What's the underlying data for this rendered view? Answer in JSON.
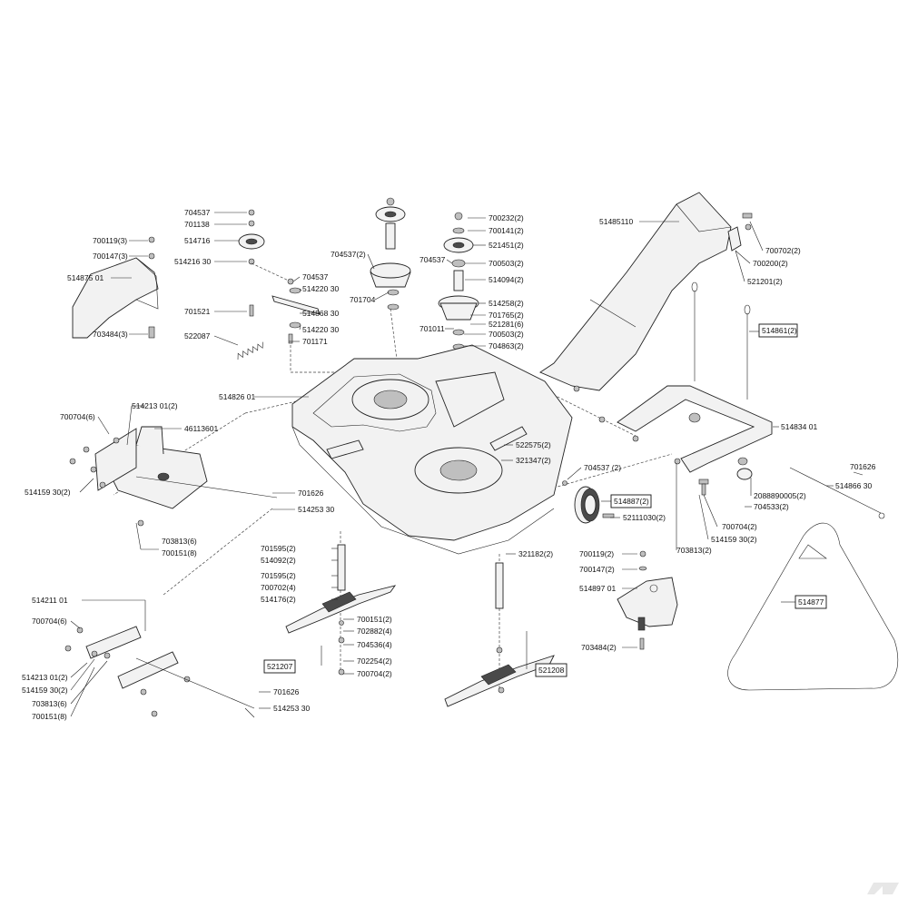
{
  "labels": {
    "l514875": "514875 01",
    "l700119a": "700119(3)",
    "l700147a": "700147(3)",
    "l703484a": "703484(3)",
    "l704537a": "704537",
    "l701138": "701138",
    "l514716": "514716",
    "l514216": "514216 30",
    "l701521": "701521",
    "l522087": "522087",
    "l704537b": "704537",
    "l514220a": "514220 30",
    "l514868": "514868 30",
    "l514220b": "514220 30",
    "l701171": "701171",
    "l704537c": "704537(2)",
    "l701704": "701704",
    "l700232": "700232(2)",
    "l700141": "700141(2)",
    "l521451": "521451(2)",
    "l704537d": "704537",
    "l700503a": "700503(2)",
    "l514094": "514094(2)",
    "l514258": "514258(2)",
    "l701765": "701765(2)",
    "l521281": "521281(6)",
    "l701011": "701011",
    "l700503b": "700503(2)",
    "l704863": "704863(2)",
    "l514851": "51485110",
    "l700702a": "700702(2)",
    "l700200": "700200(2)",
    "l521201": "521201(2)",
    "l514861": "514861(2)",
    "l514826": "514826 01",
    "l700704a": "700704(6)",
    "l514213a": "514213 01(2)",
    "l461136": "46113601",
    "l514159a": "514159 30(2)",
    "l701626a": "701626",
    "l514253a": "514253 30",
    "l703813a": "703813(6)",
    "l700151a": "700151(8)",
    "l522575": "522575(2)",
    "l321347": "321347(2)",
    "l704537e": "704537 (2)",
    "l514887": "514887(2)",
    "l521110": "52111030(2)",
    "l514834": "514834 01",
    "l701626b": "701626",
    "l514866": "514866 30",
    "l208889": "2088890005(2)",
    "l704533": "704533(2)",
    "l700704b": "700704(2)",
    "l514159b": "514159 30(2)",
    "l703813b": "703813(2)",
    "l701595a": "701595(2)",
    "l514092": "514092(2)",
    "l701595b": "701595(2)",
    "l700702b": "700702(4)",
    "l514176": "514176(2)",
    "l321182": "321182(2)",
    "l700119b": "700119(2)",
    "l700147b": "700147(2)",
    "l514897": "514897 01",
    "l703484b": "703484(2)",
    "l514877": "514877",
    "l700151b": "700151(2)",
    "l702882": "702882(4)",
    "l704536": "704536(4)",
    "l702254": "702254(2)",
    "l700704c": "700704(2)",
    "l521207": "521207",
    "l521208": "521208",
    "l514211": "514211 01",
    "l700704d": "700704(6)",
    "l514213b": "514213 01(2)",
    "l514159c": "514159 30(2)",
    "l703813c": "703813(6)",
    "l700151c": "700151(8)",
    "l701626c": "701626",
    "l514253b": "514253 30"
  },
  "colors": {
    "line": "#222222",
    "part_fill": "#f2f2f2",
    "dark": "#4a4a4a"
  }
}
